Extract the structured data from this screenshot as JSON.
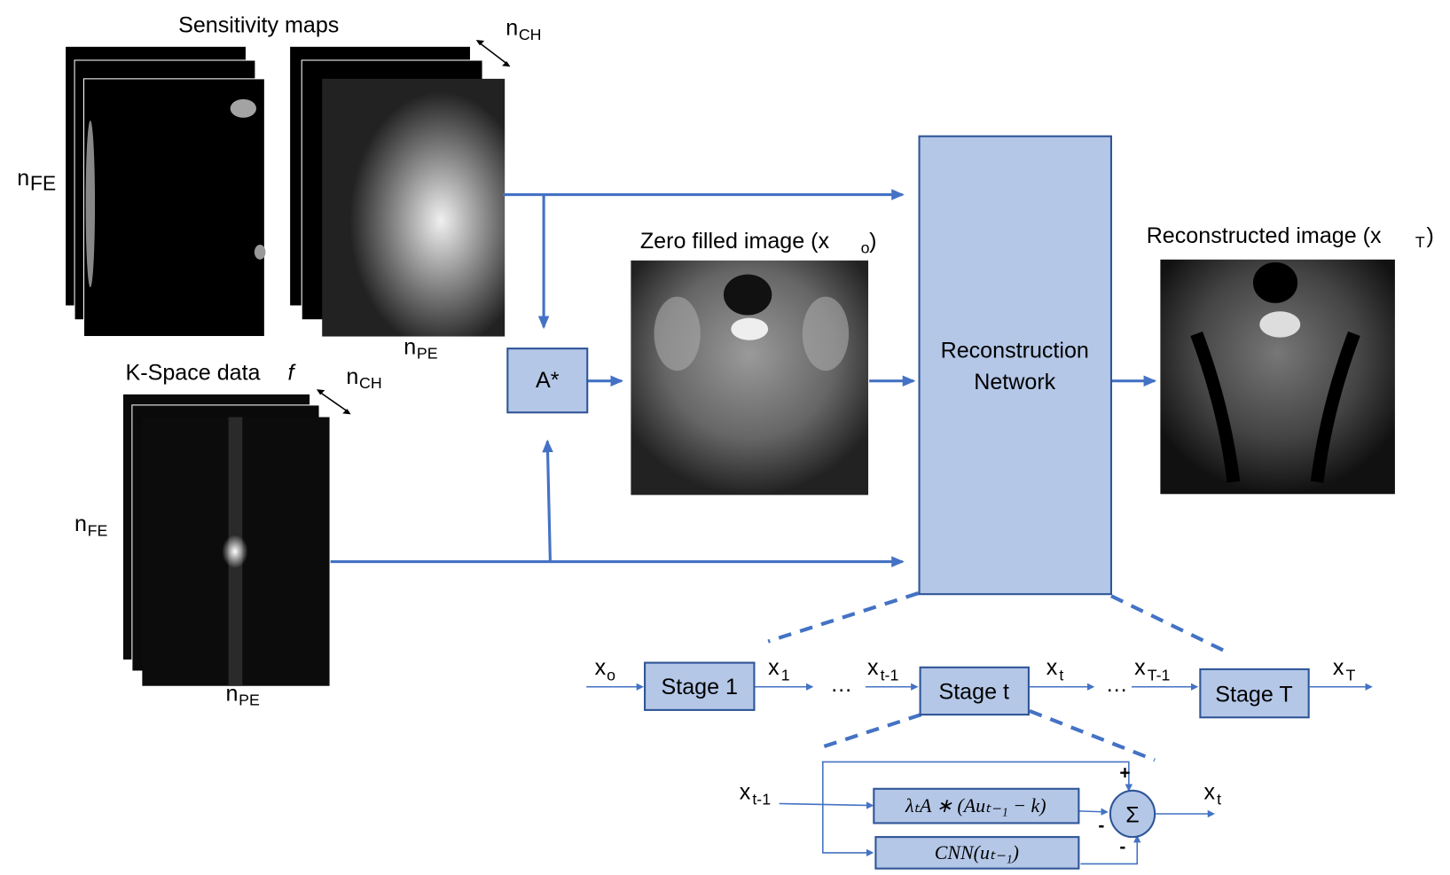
{
  "sensitivity": {
    "title": "Sensitivity maps",
    "n_fe": "n",
    "n_fe_sub": "FE",
    "n_pe": "n",
    "n_pe_sub": "PE",
    "n_ch": "n",
    "n_ch_sub": "CH"
  },
  "kspace": {
    "title": "K-Space data ",
    "title_var": "f",
    "n_fe": "n",
    "n_fe_sub": "FE",
    "n_pe": "n",
    "n_pe_sub": "PE",
    "n_ch": "n",
    "n_ch_sub": "CH"
  },
  "adjoint": {
    "label": "A*"
  },
  "zero_filled": {
    "title": "Zero filled image (x",
    "sub": "o",
    "close": ")"
  },
  "recon_net": {
    "line1": "Reconstruction",
    "line2": "Network"
  },
  "reconstructed": {
    "title": "Reconstructed image (x",
    "sub": "T",
    "close": ")"
  },
  "stages": {
    "x0": "x",
    "x0_sub": "o",
    "stage1": "Stage 1",
    "x1": "x",
    "x1_sub": "1",
    "dots1": "…",
    "xt1": "x",
    "xt1_sub": "t-1",
    "staget": "Stage t",
    "xt": "x",
    "xt_sub": "t",
    "dots2": "…",
    "xT1": "x",
    "xT1_sub": "T-1",
    "stageT": "Stage T",
    "xT": "x",
    "xT_sub": "T"
  },
  "detail": {
    "input": "x",
    "input_sub": "t-1",
    "dc_block": "λₜA ∗ (Auₜ₋₁ − k)",
    "cnn_block": "CNN(uₜ₋₁)",
    "sum": "Σ",
    "plus": "+",
    "minus1": "-",
    "minus2": "-",
    "output": "x",
    "output_sub": "t"
  },
  "colors": {
    "arrow": "#4472c4",
    "box_fill": "#b4c7e7",
    "box_stroke": "#2f5597"
  }
}
